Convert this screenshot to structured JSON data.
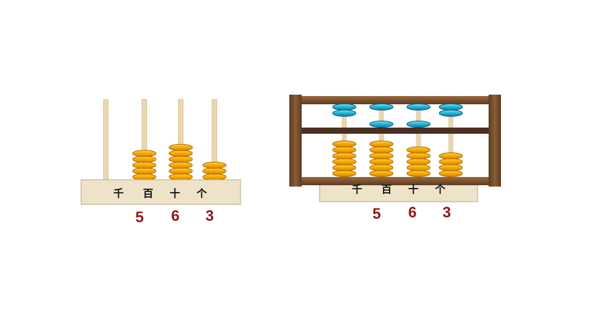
{
  "abacus_simple": {
    "place_labels": [
      "千",
      "百",
      "十",
      "个"
    ],
    "bead_counts": [
      0,
      5,
      6,
      3
    ],
    "digits": [
      "",
      "5",
      "6",
      "3"
    ]
  },
  "abacus_frame": {
    "place_labels": [
      "千",
      "百",
      "十",
      "个"
    ],
    "lower_bead_counts": [
      6,
      6,
      5,
      4
    ],
    "upper_bead_counts_at_top": [
      2,
      1,
      1,
      2
    ],
    "upper_bead_counts_at_beam": [
      0,
      1,
      1,
      0
    ],
    "digits": [
      "5",
      "6",
      "3"
    ]
  },
  "colors": {
    "bead_gold": "#f5a800",
    "bead_gold_edge": "#b36b00",
    "bead_blue": "#1fb3d8",
    "bead_blue_edge": "#0a5f7a",
    "rod": "#ead7b0",
    "base": "#eee3c8",
    "frame_wood": "#7a5230",
    "beam": "#4a3020",
    "digit": "#8b1a1a"
  }
}
